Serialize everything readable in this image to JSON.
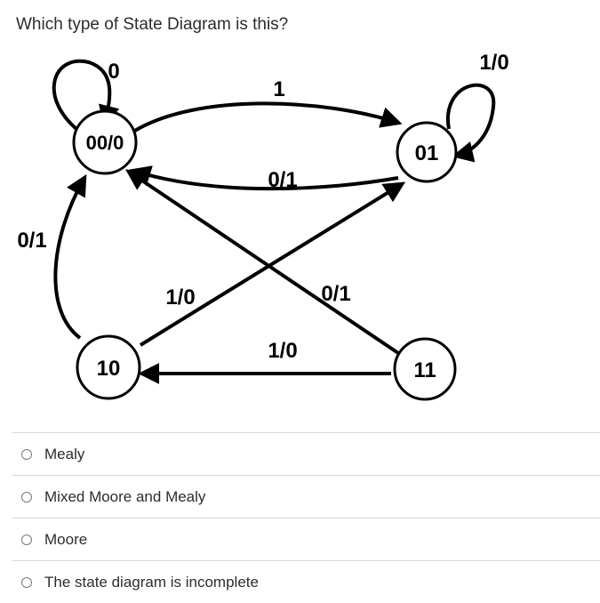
{
  "question": "Which type of State Diagram is this?",
  "diagram": {
    "states": [
      "00/0",
      "01",
      "10",
      "11"
    ],
    "transitions": [
      {
        "from": "00/0",
        "to": "00/0",
        "label": "0"
      },
      {
        "from": "00/0",
        "to": "01",
        "label": "1"
      },
      {
        "from": "01",
        "to": "01",
        "label": "1/0"
      },
      {
        "from": "01",
        "to": "00/0",
        "label": "0/1"
      },
      {
        "from": "10",
        "to": "00/0",
        "label": "0/1"
      },
      {
        "from": "10",
        "to": "01",
        "label": "1/0"
      },
      {
        "from": "11",
        "to": "00/0",
        "label": "0/1"
      },
      {
        "from": "11",
        "to": "10",
        "label": "1/0"
      }
    ]
  },
  "options": [
    {
      "label": "Mealy"
    },
    {
      "label": "Mixed Moore and Mealy"
    },
    {
      "label": "Moore"
    },
    {
      "label": "The state diagram is incomplete"
    }
  ]
}
